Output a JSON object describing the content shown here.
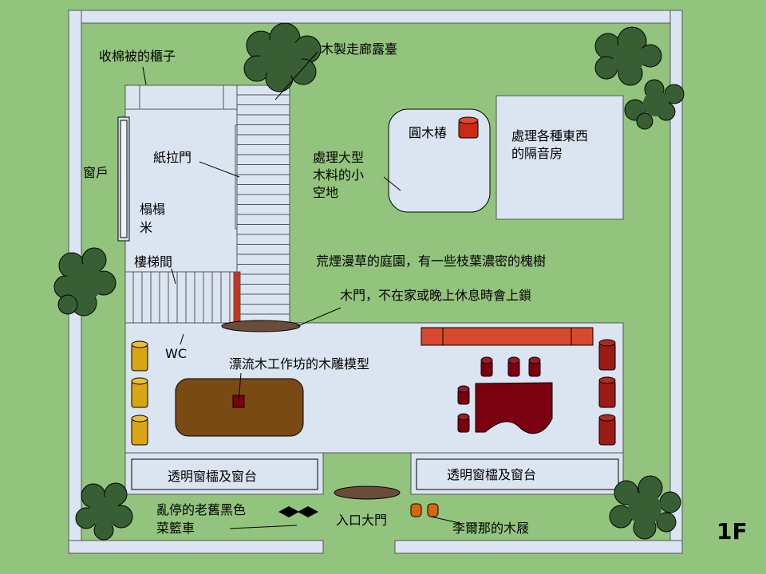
{
  "labels": {
    "futon_closet": "收棉被的櫃子",
    "wooden_deck": "木製走廊露臺",
    "window": "窗戶",
    "shoji": "紙拉門",
    "tatami_line1": "榻榻",
    "tatami_line2": "米",
    "stairs": "樓梯間",
    "log_stool": "圓木椿",
    "open_space_line1": "處理大型",
    "open_space_line2": "木料的小",
    "open_space_line3": "空地",
    "soundproof_line1": "處理各種東西",
    "soundproof_line2": "的隔音房",
    "garden": "荒煙漫草的庭園，有一些枝葉濃密的槐樹",
    "wood_door": "木門，不在家或晚上休息時會上鎖",
    "wc": "WC",
    "driftwood_model": "漂流木工作坊的木雕模型",
    "window_sill_left": "透明窗櫺及窗台",
    "window_sill_right": "透明窗櫺及窗台",
    "bike_line1": "亂停的老舊黑色",
    "bike_line2": "菜籃車",
    "entrance": "入口大門",
    "clogs": "李爾那的木屐",
    "floor": "1F"
  },
  "colors": {
    "grass": "#93c47d",
    "wall": "#dbe5f1",
    "tree": "#385f34",
    "wood_brown": "#6b3a14",
    "red_bench": "#d84a2e",
    "maroon": "#7b0010",
    "gold_stool": "#d9a515",
    "clog_orange": "#d7670a"
  }
}
